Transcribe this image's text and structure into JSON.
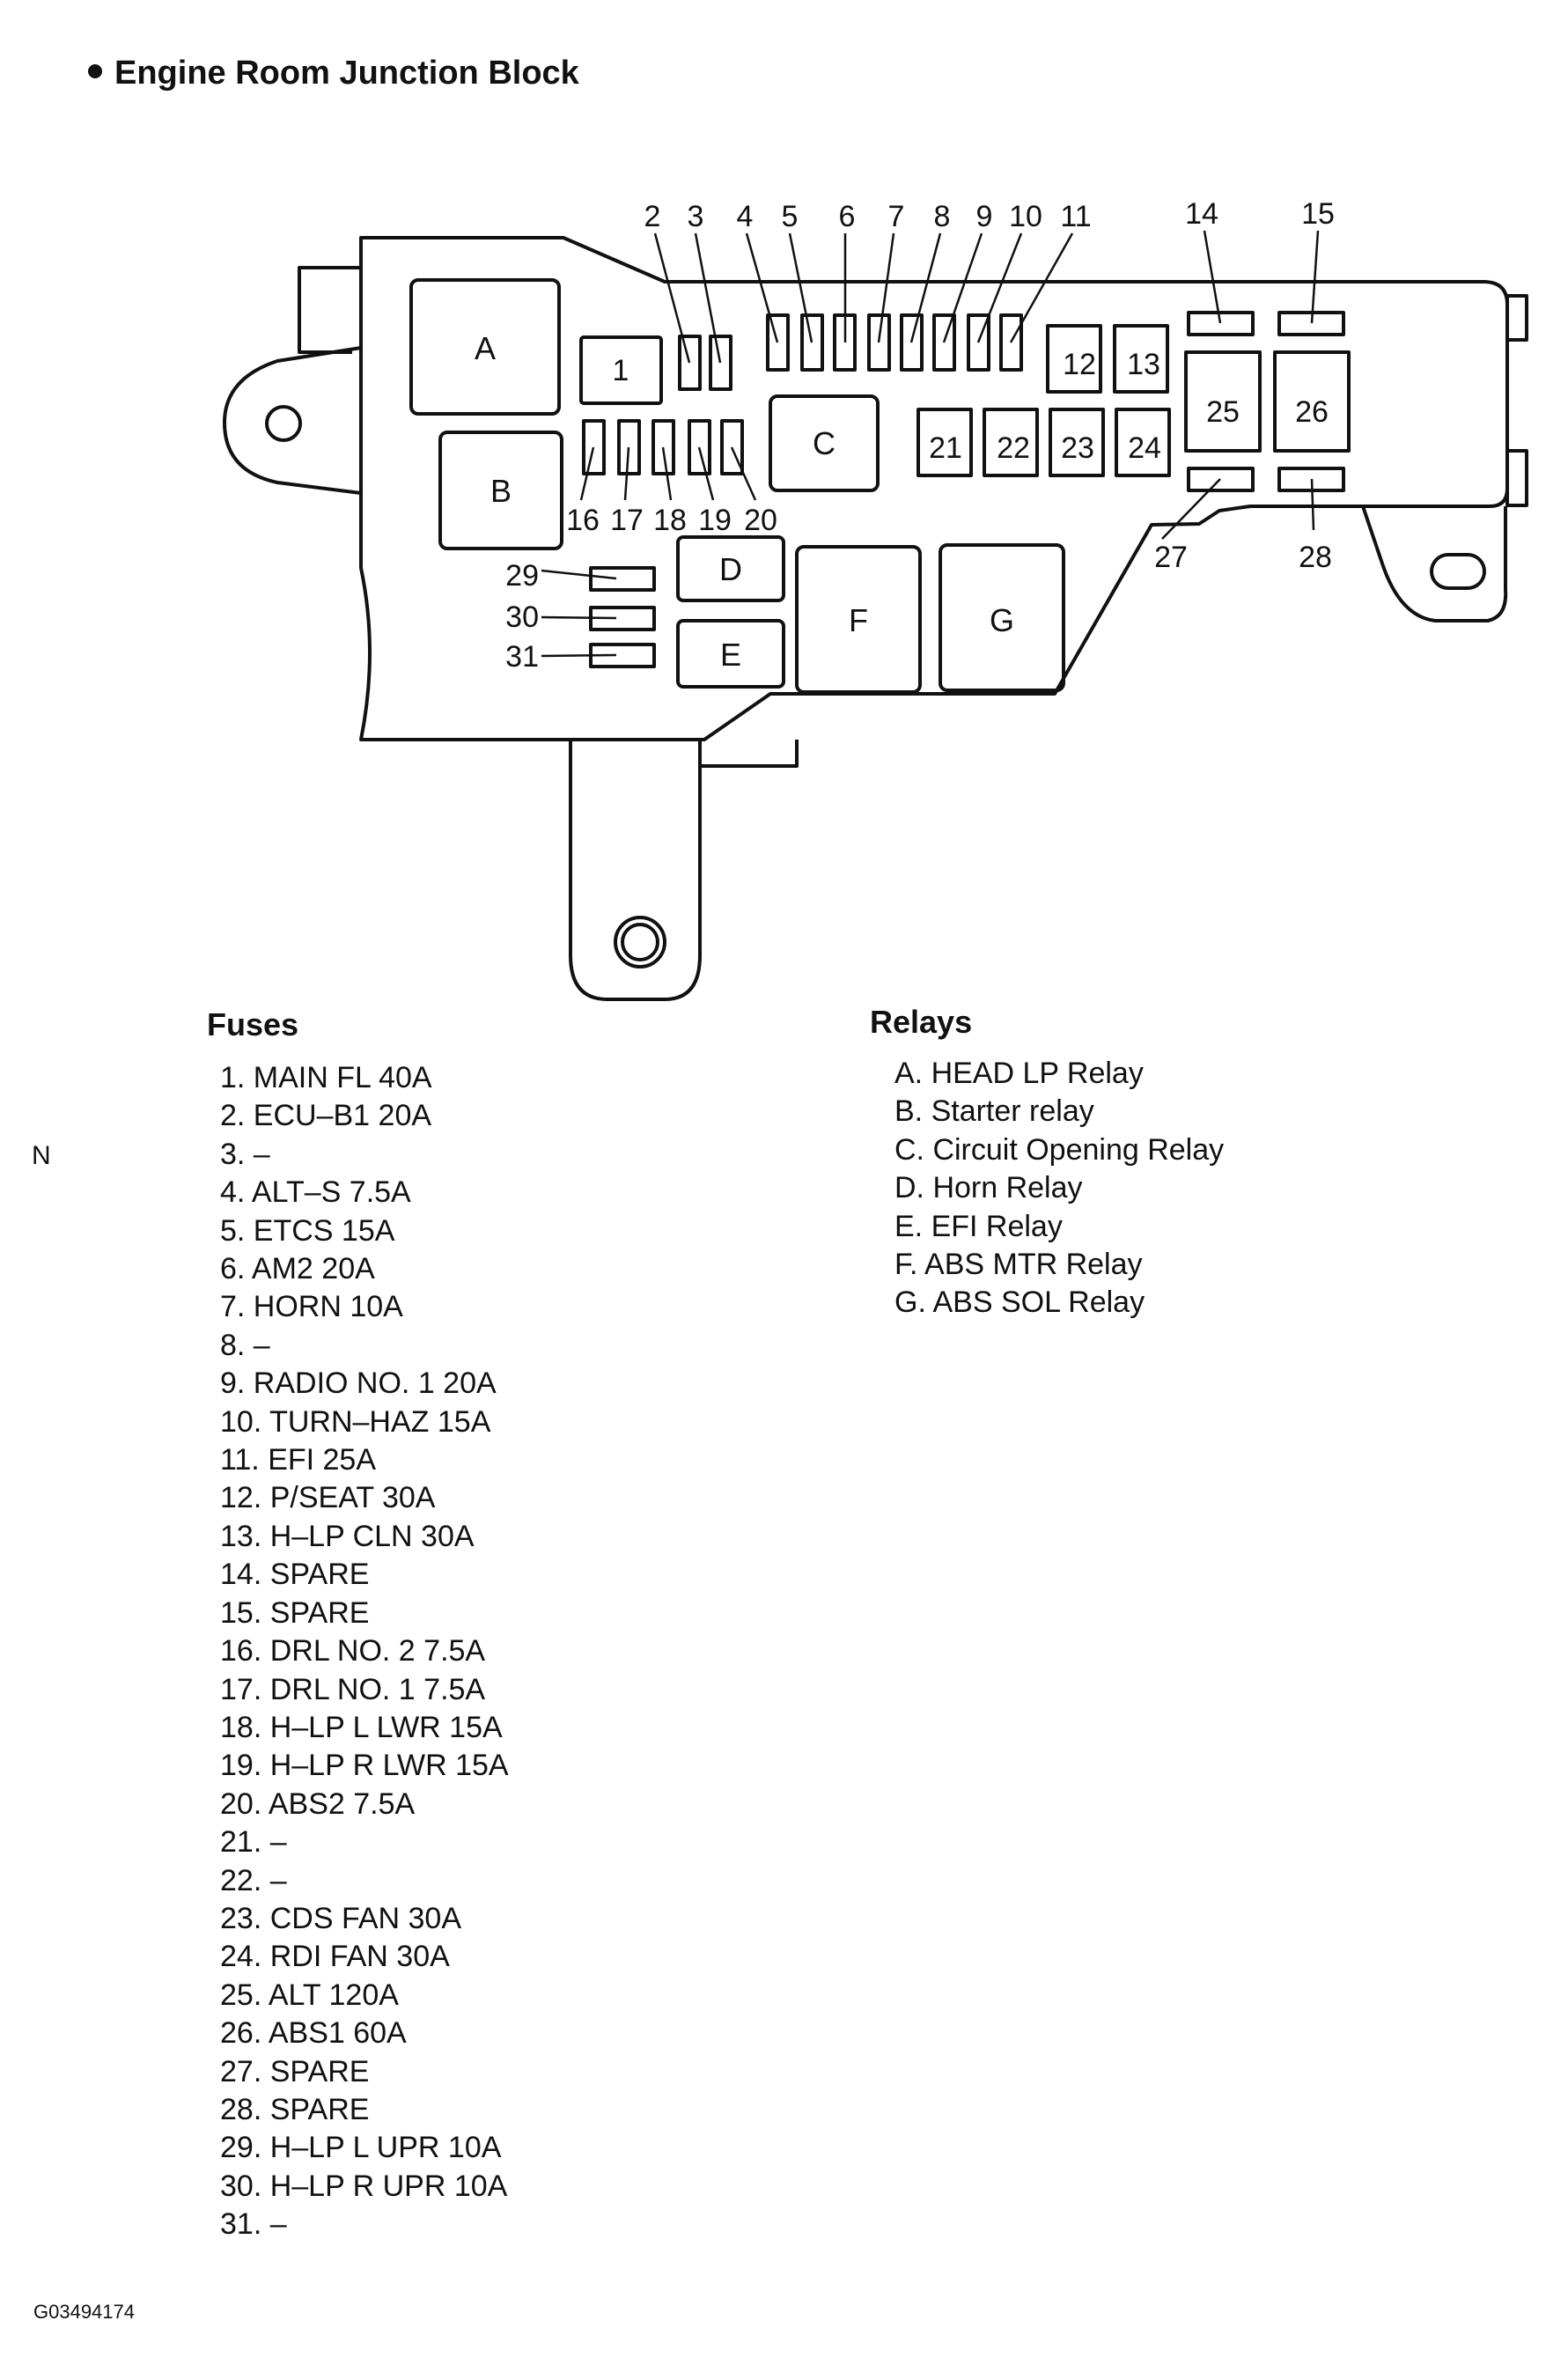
{
  "title": "Engine Room Junction Block",
  "figure_id": "G03494174",
  "side_mark": "N",
  "fuses_heading": "Fuses",
  "relays_heading": "Relays",
  "fuses": [
    "1. MAIN FL 40A",
    "2. ECU–B1 20A",
    "3. –",
    "4. ALT–S 7.5A",
    "5. ETCS 15A",
    "6. AM2 20A",
    "7. HORN 10A",
    "8. –",
    "9. RADIO NO. 1 20A",
    "10. TURN–HAZ 15A",
    "11. EFI 25A",
    "12. P/SEAT 30A",
    "13. H–LP CLN 30A",
    "14. SPARE",
    "15. SPARE",
    "16. DRL NO. 2 7.5A",
    "17. DRL NO. 1 7.5A",
    "18. H–LP L LWR 15A",
    "19. H–LP R LWR 15A",
    "20. ABS2 7.5A",
    "21. –",
    "22. –",
    "23. CDS FAN 30A",
    "24. RDI FAN 30A",
    "25. ALT 120A",
    "26. ABS1 60A",
    "27. SPARE",
    "28. SPARE",
    "29. H–LP L UPR 10A",
    "30. H–LP R UPR 10A",
    "31. –"
  ],
  "relays": [
    "A. HEAD LP Relay",
    "B. Starter relay",
    "C. Circuit Opening Relay",
    "D. Horn Relay",
    "E. EFI Relay",
    "F. ABS MTR Relay",
    "G. ABS SOL Relay"
  ],
  "diagram": {
    "relay_labels": [
      "A",
      "B",
      "C",
      "D",
      "E",
      "F",
      "G"
    ],
    "fuse_labels": [
      "1",
      "2",
      "3",
      "4",
      "5",
      "6",
      "7",
      "8",
      "9",
      "10",
      "11",
      "12",
      "13",
      "14",
      "15",
      "16",
      "17",
      "18",
      "19",
      "20",
      "21",
      "22",
      "23",
      "24",
      "25",
      "26",
      "27",
      "28",
      "29",
      "30",
      "31"
    ]
  }
}
